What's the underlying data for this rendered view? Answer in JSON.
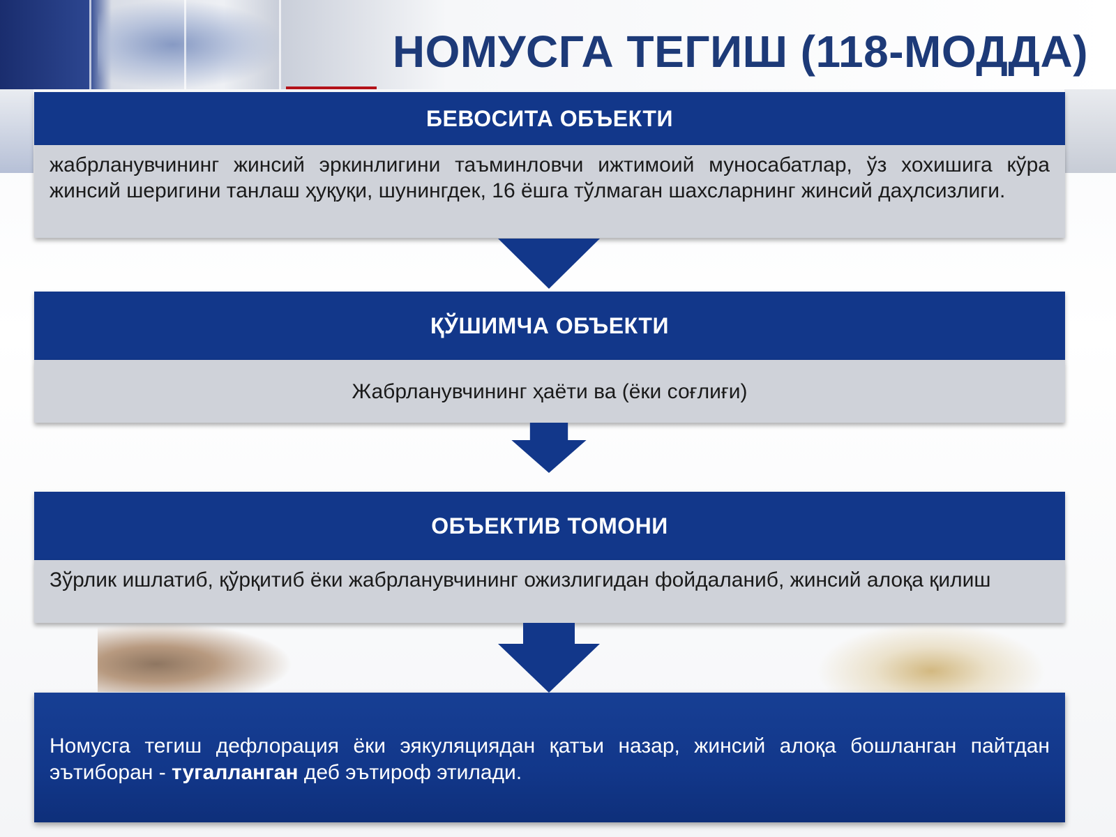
{
  "title": "НОМУСГА ТЕГИШ (118-МОДДА)",
  "blocks": [
    {
      "heading": "БЕВОСИТА ОБЪЕКТИ",
      "text": "жабрланувчининг жинсий эркинлигини таъминловчи ижтимоий муносабатлар, ўз хохишига кўра жинсий шеригини танлаш ҳуқуқи, шунингдек, 16 ёшга тўлмаган шахсларнинг жинсий даҳлсизлиги."
    },
    {
      "heading": "ҚЎШИМЧА ОБЪЕКТИ",
      "text": "Жабрланувчининг ҳаёти ва (ёки соғлиғи)"
    },
    {
      "heading": "ОБЪЕКТИВ ТОМОНИ",
      "text": "Зўрлик ишлатиб, қўрқитиб ёки жабрланувчининг ожизлигидан фойдаланиб, жинсий алоқа қилиш"
    }
  ],
  "conclusion": {
    "text_before": "Номусга тегиш дефлорация ёки эякуляциядан қатъи назар, жинсий алоқа бошланган пайтдан эътиборан -",
    "text_bold": "тугалланган",
    "text_after": "деб эътироф этилади."
  },
  "colors": {
    "block_heading": "#12378a",
    "block_body": "#cfd2d9",
    "arrow": "#12378a",
    "title": "#1d3a78"
  }
}
